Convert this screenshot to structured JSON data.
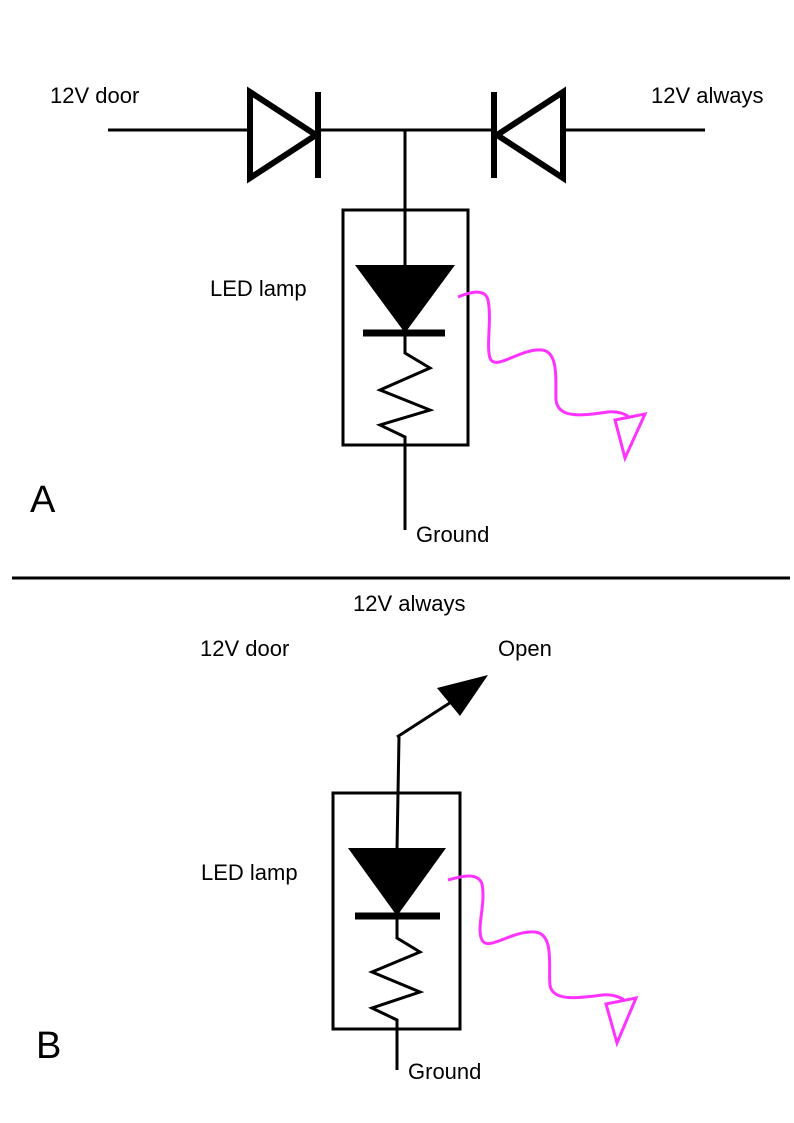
{
  "diagram_a": {
    "label": "A",
    "door_label": "12V door",
    "always_label": "12V always",
    "led_label": "LED lamp",
    "ground_label": "Ground"
  },
  "diagram_b": {
    "label": "B",
    "door_label": "12V door",
    "always_label": "12V always",
    "switch_label": "Open",
    "led_label": "LED lamp",
    "ground_label": "Ground"
  },
  "colors": {
    "wire": "#000000",
    "light_rays": "#ff33ff"
  }
}
